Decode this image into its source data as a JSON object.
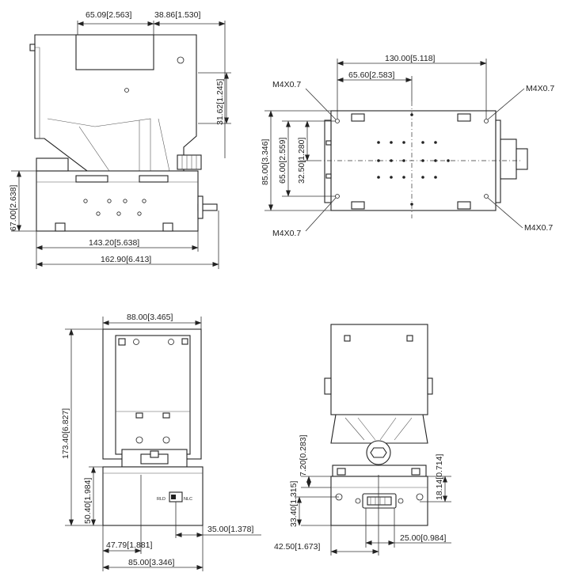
{
  "views": {
    "side": {
      "dims": {
        "top_left": "65.09[2.563]",
        "top_right": "38.86[1.530]",
        "right_vertical": "31.62[1.245]",
        "left_vertical": "67.00[2.638]",
        "bottom_inner": "143.20[5.638]",
        "bottom_outer": "162.90[6.413]"
      }
    },
    "bottom": {
      "dims": {
        "top_overall": "130.00[5.118]",
        "top_inner": "65.60[2.583]",
        "left_outer": "85.00[3.346]",
        "left_mid": "65.00[2.559]",
        "left_inner": "32.50[1.280]"
      },
      "threads": {
        "top_left": "M4X0.7",
        "top_right": "M4X0.7",
        "bottom_left": "M4X0.7",
        "bottom_right": "M4X0.7"
      }
    },
    "front": {
      "dims": {
        "top_width": "88.00[3.465]",
        "height_total": "173.40[6.827]",
        "height_lower": "50.40[1.984]",
        "offset_right": "35.00[1.378]",
        "offset_left": "47.79[1.881]",
        "bottom_width": "85.00[3.346]"
      },
      "switch": {
        "left": "RLD",
        "right": "NLC"
      }
    },
    "rear": {
      "dims": {
        "left_small": "7.20[0.283]",
        "left_mid": "33.40[1.315]",
        "right": "18.14[0.714]",
        "bottom_right": "25.00[0.984]",
        "bottom_left": "42.50[1.673]"
      }
    }
  }
}
